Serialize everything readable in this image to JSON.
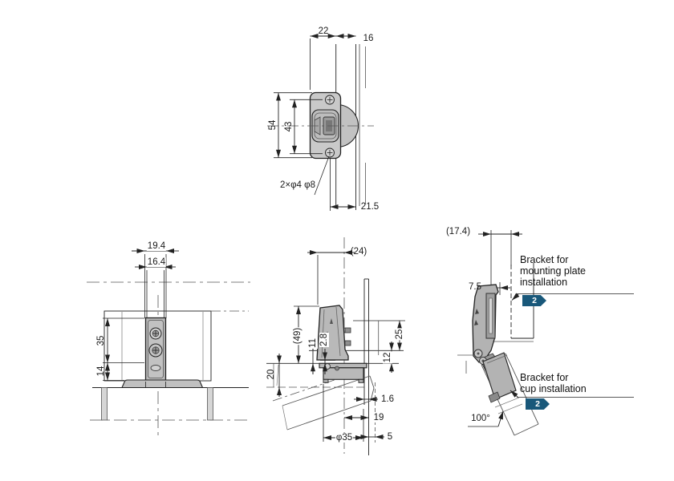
{
  "drawing": {
    "dims": {
      "d22": "22",
      "d16": "16",
      "d54": "54",
      "d43": "43",
      "holes": "2×φ4 φ8",
      "d21_5": "21.5",
      "d19_4": "19.4",
      "d16_4": "16.4",
      "d35": "35",
      "d14": "14",
      "d24": "(24)",
      "d49": "(49)",
      "d11": "11",
      "d2_8": "2.8",
      "d20": "20",
      "d25": "25",
      "d12": "12",
      "d1_6": "1.6",
      "d19": "19",
      "phi35": "φ35",
      "d5": "5",
      "d17_4": "(17.4)",
      "d7_5": "7.5",
      "angle": "100°"
    },
    "notes": {
      "mounting": {
        "line1": "Bracket for",
        "line2": "mounting plate",
        "line3": "installation",
        "badge": "2"
      },
      "cup": {
        "line1": "Bracket for",
        "line2": "cup installation",
        "badge": "2"
      }
    },
    "colors": {
      "line": "#222222",
      "centerline": "#555555",
      "fill_light": "#c9c9c9",
      "fill_mid": "#b9b9b9",
      "fill_dark": "#8f8f8f",
      "badge": "#19587a",
      "badge_text": "#ffffff"
    }
  }
}
